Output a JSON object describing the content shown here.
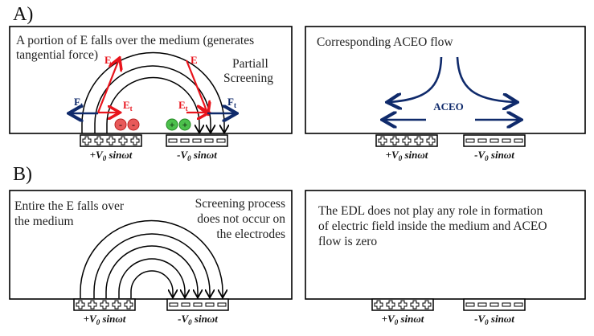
{
  "panel_a": {
    "label": "A)",
    "left": {
      "text_line1": "A portion of E falls over the medium (generates",
      "text_line2": "tangential force)",
      "note_line1": "Partiall",
      "note_line2": "Screening",
      "e_label": "E",
      "et_label": "E",
      "et_sub": "t",
      "ft_label": "F",
      "ft_sub": "t",
      "neg_ion": "-",
      "pos_ion": "+"
    },
    "right": {
      "text": "Corresponding ACEO flow",
      "flow_label": "ACEO"
    }
  },
  "panel_b": {
    "label": "B)",
    "left": {
      "text_line1": "Entire the E falls over",
      "text_line2": "the medium",
      "note_line1": "Screening process",
      "note_line2": "does not occur on",
      "note_line3": "the electrodes"
    },
    "right": {
      "text_line1": "The EDL does not play any role in formation",
      "text_line2": "of electric field inside the medium and ACEO",
      "text_line3": "flow is zero"
    }
  },
  "electrodes": {
    "pos_prefix": "+V",
    "neg_prefix": "-V",
    "sub": "0",
    "suffix": " sinωt"
  },
  "colors": {
    "field_arrow": "#e8141c",
    "force_arrow": "#0f2a6b",
    "neg_ion": "#e85a5a",
    "pos_ion": "#4cc04c"
  }
}
